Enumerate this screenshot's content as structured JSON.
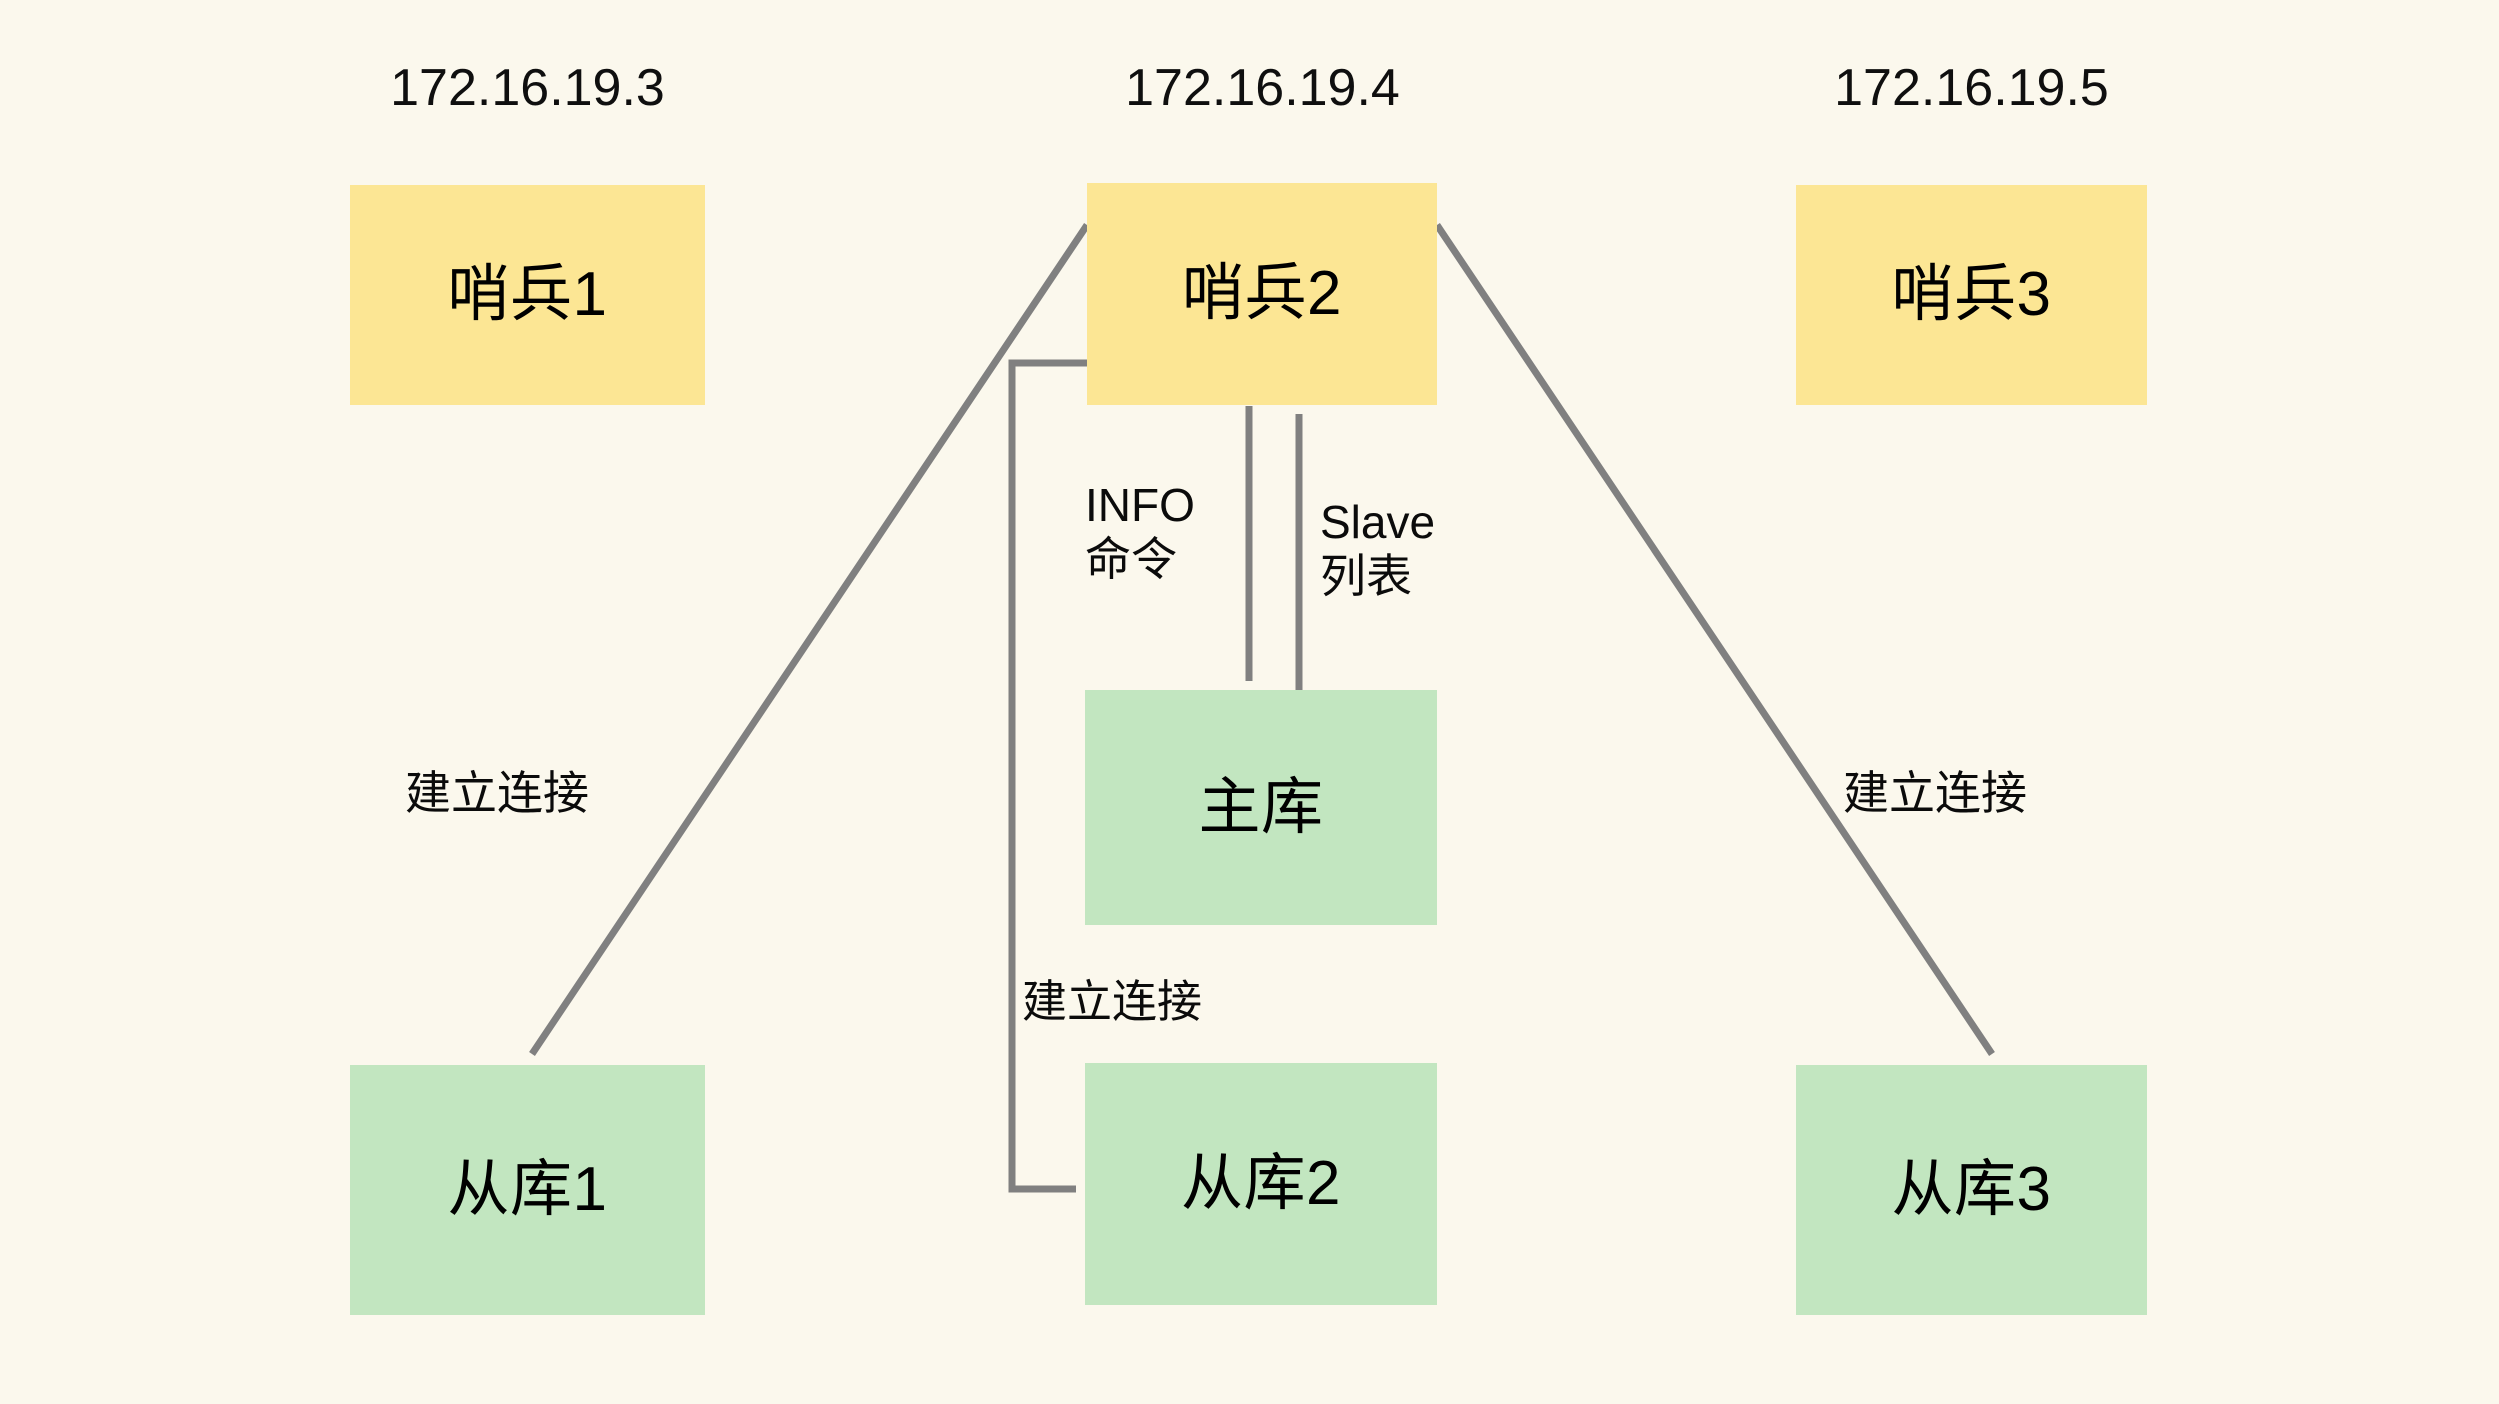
{
  "diagram": {
    "type": "architecture-diagram",
    "title": "Redis Sentinel cluster topology",
    "background_color": "#fbf8ed",
    "colors": {
      "sentinel_fill": "#fce694",
      "database_fill": "#c2e6c0",
      "connector": "#808080",
      "text": "#000000"
    },
    "ip_labels": [
      {
        "id": "ip-sentinel-1",
        "text": "172.16.19.3"
      },
      {
        "id": "ip-sentinel-2",
        "text": "172.16.19.4"
      },
      {
        "id": "ip-sentinel-3",
        "text": "172.16.19.5"
      }
    ],
    "nodes": [
      {
        "id": "sentinel-1",
        "label": "哨兵1",
        "kind": "sentinel"
      },
      {
        "id": "sentinel-2",
        "label": "哨兵2",
        "kind": "sentinel"
      },
      {
        "id": "sentinel-3",
        "label": "哨兵3",
        "kind": "sentinel"
      },
      {
        "id": "master-db",
        "label": "主库",
        "kind": "database"
      },
      {
        "id": "slave-1",
        "label": "从库1",
        "kind": "database"
      },
      {
        "id": "slave-2",
        "label": "从库2",
        "kind": "database"
      },
      {
        "id": "slave-3",
        "label": "从库3",
        "kind": "database"
      }
    ],
    "edge_labels": [
      {
        "id": "label-connect-left",
        "text": "建立连接"
      },
      {
        "id": "label-info-command",
        "text": "INFO\n命令"
      },
      {
        "id": "label-slave-list",
        "text": "Slave\n列表"
      },
      {
        "id": "label-connect-middle",
        "text": "建立连接"
      },
      {
        "id": "label-connect-right",
        "text": "建立连接"
      }
    ],
    "edges": [
      {
        "id": "edge-sentinel2-to-slave1",
        "from": "sentinel-2",
        "to": "slave-1",
        "label": "建立连接",
        "arrow": "end"
      },
      {
        "id": "edge-sentinel2-to-master",
        "from": "sentinel-2",
        "to": "master-db",
        "label": "INFO 命令",
        "arrow": "end"
      },
      {
        "id": "edge-master-to-sentinel2",
        "from": "master-db",
        "to": "sentinel-2",
        "label": "Slave 列表",
        "arrow": "end"
      },
      {
        "id": "edge-sentinel2-to-slave2",
        "from": "sentinel-2",
        "to": "slave-2",
        "label": "建立连接",
        "arrow": "end"
      },
      {
        "id": "edge-sentinel2-to-slave3",
        "from": "sentinel-2",
        "to": "slave-3",
        "label": "建立连接",
        "arrow": "end"
      }
    ]
  }
}
